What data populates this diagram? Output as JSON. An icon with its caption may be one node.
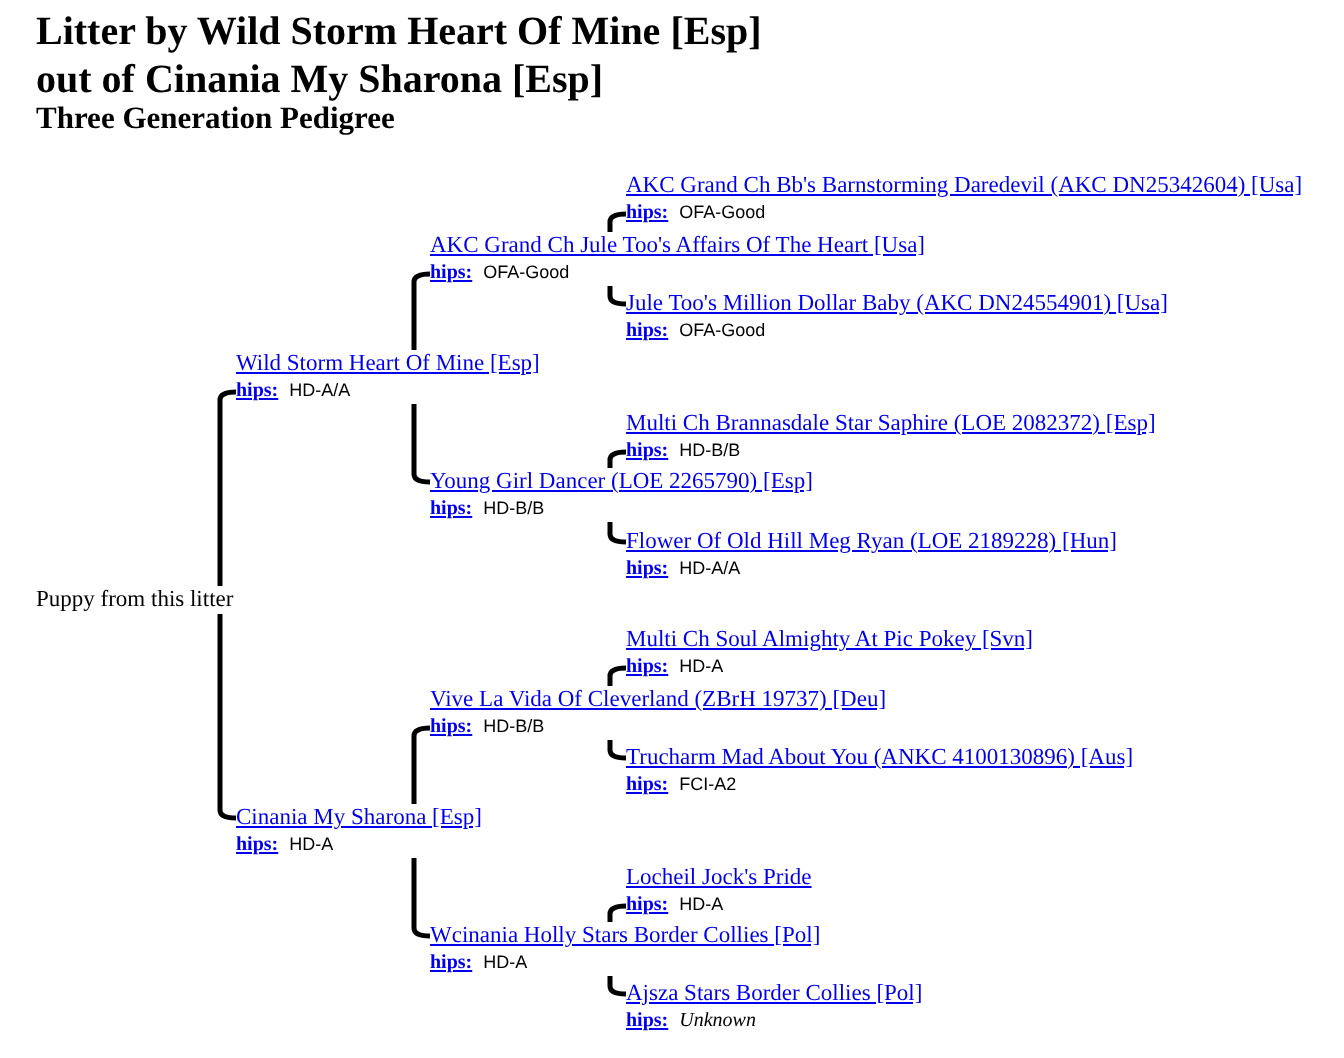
{
  "diagram": {
    "title": "Litter by Wild Storm Heart Of Mine [Esp] out of Cinania My Sharona [Esp]",
    "nodes": [
      {
        "text": [
          "Puppy from this litter"
        ]
      },
      {
        "text": [
          "Wild Storm Heart Of Mine [Esp]",
          "**hips:** HD-A/A"
        ]
      },
      {
        "text": [
          "AKC Grand Ch Jule Too's Affairs Of The Heart [Usa]",
          "**hips:** OFA-Good"
        ]
      },
      {
        "text": [
          "AKC Grand Ch Bb's Barnstorming Daredevil (AKC DN25342604) [Usa]",
          "**hips:** OFA-Good"
        ]
      },
      {
        "text": [
          "Jule Too's Million Dollar Baby (AKC DN24554901) [Usa]",
          "**hips:** OFA-Good"
        ]
      },
      {
        "text": [
          "Young Girl Dancer (LOE 2265790) [Esp]",
          "**hips:** HD-B/B"
        ]
      },
      {
        "text": [
          "Multi Ch Brannasdale Star Saphire (LOE 2082372) [Esp]",
          "**hips:** HD-B/B"
        ]
      },
      {
        "text": [
          "Flower Of Old Hill Meg Ryan (LOE 2189228) [Hun]",
          "**hips:** HD-A/A"
        ]
      },
      {
        "text": [
          "Cinania My Sharona [Esp]",
          "**hips:** HD-A"
        ]
      },
      {
        "text": [
          "Vive La Vida Of Cleverland (ZBrH 19737) [Deu]",
          "**hips:** HD-B/B"
        ]
      },
      {
        "text": [
          "Multi Ch Soul Almighty At Pic Pokey [Svn]",
          "**hips:** HD-A"
        ]
      },
      {
        "text": [
          "Trucharm Mad About You (ANKC 4100130896) [Aus]",
          "**hips:** FCI-A2"
        ]
      },
      {
        "text": [
          "Wcinania Holly Stars Border Collies [Pol]",
          "**hips:** HD-A"
        ]
      },
      {
        "text": [
          "Locheil Jock's Pride",
          "**hips:** HD-A"
        ]
      },
      {
        "text": [
          "Ajsza Stars Border Collies [Pol]",
          "**hips:** *Unknown*"
        ]
      }
    ],
    "edges": [
      {
        "from": 0,
        "to": 1,
        "arrow": "none"
      },
      {
        "from": 0,
        "to": 8,
        "arrow": "none"
      },
      {
        "from": 1,
        "to": 2,
        "arrow": "none"
      },
      {
        "from": 1,
        "to": 5,
        "arrow": "none"
      },
      {
        "from": 2,
        "to": 3,
        "arrow": "none"
      },
      {
        "from": 2,
        "to": 4,
        "arrow": "none"
      },
      {
        "from": 5,
        "to": 6,
        "arrow": "none"
      },
      {
        "from": 5,
        "to": 7,
        "arrow": "none"
      },
      {
        "from": 8,
        "to": 9,
        "arrow": "none"
      },
      {
        "from": 8,
        "to": 12,
        "arrow": "none"
      },
      {
        "from": 9,
        "to": 10,
        "arrow": "none"
      },
      {
        "from": 9,
        "to": 11,
        "arrow": "none"
      },
      {
        "from": 12,
        "to": 13,
        "arrow": "none"
      },
      {
        "from": 12,
        "to": 14,
        "arrow": "none"
      }
    ],
    "labels": [
      "Three Generation Pedigree"
    ]
  }
}
